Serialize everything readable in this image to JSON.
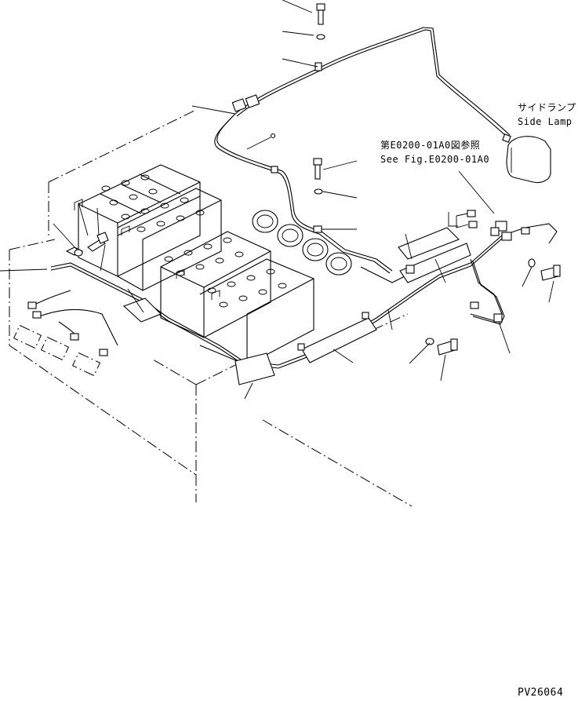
{
  "labels": {
    "side_lamp_jp": "サイドランプ",
    "side_lamp_en": "Side Lamp",
    "ref_jp": "第E0200-01A0図参照",
    "ref_en": "See Fig.E0200-01A0",
    "part_number": "PV26064"
  },
  "parts": [
    "bolt",
    "washer",
    "clamp",
    "connector",
    "harness",
    "battery",
    "side-lamp",
    "bracket"
  ]
}
